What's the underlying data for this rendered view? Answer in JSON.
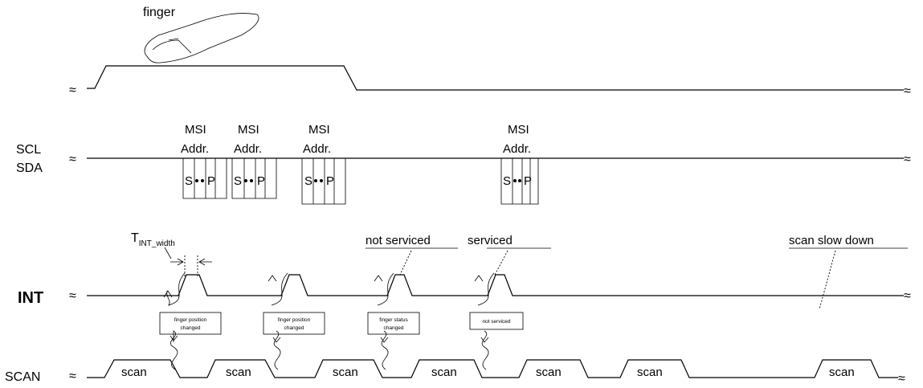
{
  "finger_label": "finger",
  "signals": {
    "scl": "SCL",
    "sda": "SDA",
    "int": "INT",
    "scan": "SCAN"
  },
  "msi": [
    {
      "line1": "MSI",
      "line2": "Addr.",
      "start": "S",
      "stop": "P"
    },
    {
      "line1": "MSI",
      "line2": "Addr.",
      "start": "S",
      "stop": "P"
    },
    {
      "line1": "MSI",
      "line2": "Addr.",
      "start": "S",
      "stop": "P"
    },
    {
      "line1": "MSI",
      "line2": "Addr.",
      "start": "S",
      "stop": "P"
    }
  ],
  "tint": {
    "main": "T",
    "sub": "INT_width"
  },
  "annotations": {
    "not_serviced": "not serviced",
    "serviced": "serviced",
    "scan_slow_down": "scan slow down"
  },
  "int_boxes": [
    {
      "line1": "finger position",
      "line2": "changed"
    },
    {
      "line1": "finger position",
      "line2": "changed"
    },
    {
      "line1": "finger status",
      "line2": "changed"
    },
    {
      "line1": "not serviced",
      "line2": ""
    }
  ],
  "scan_labels": [
    "scan",
    "scan",
    "scan",
    "scan",
    "scan",
    "scan",
    "scan"
  ],
  "break_mark": "≈"
}
